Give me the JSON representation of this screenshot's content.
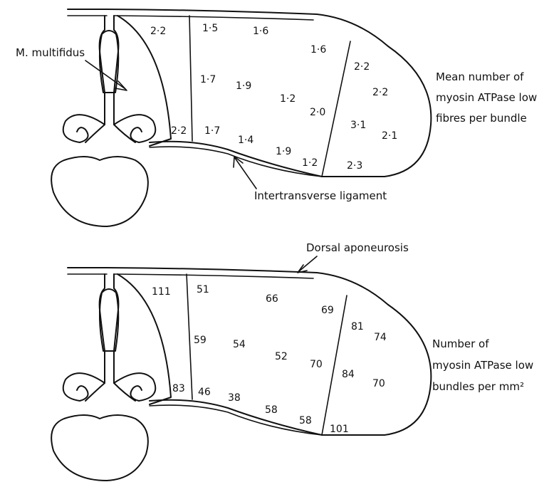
{
  "labels": {
    "muscle": "M. multifidus",
    "ligament": "Intertransverse ligament",
    "aponeurosis": "Dorsal aponeurosis"
  },
  "top_panel": {
    "caption_lines": [
      "Mean number of",
      "myosin ATPase low",
      "fibres per bundle"
    ],
    "values": [
      "2·2",
      "2·2",
      "1·5",
      "1·6",
      "1·6",
      "1·7",
      "1·9",
      "1·2",
      "2·0",
      "1·7",
      "1·4",
      "1·9",
      "1·2",
      "2·2",
      "2·2",
      "3·1",
      "2·1",
      "2·3"
    ]
  },
  "bottom_panel": {
    "caption_lines": [
      "Number of",
      "myosin ATPase low",
      "bundles per mm²"
    ],
    "values": [
      "111",
      "83",
      "51",
      "66",
      "69",
      "59",
      "54",
      "52",
      "70",
      "46",
      "38",
      "58",
      "58",
      "81",
      "74",
      "84",
      "70",
      "101"
    ]
  }
}
